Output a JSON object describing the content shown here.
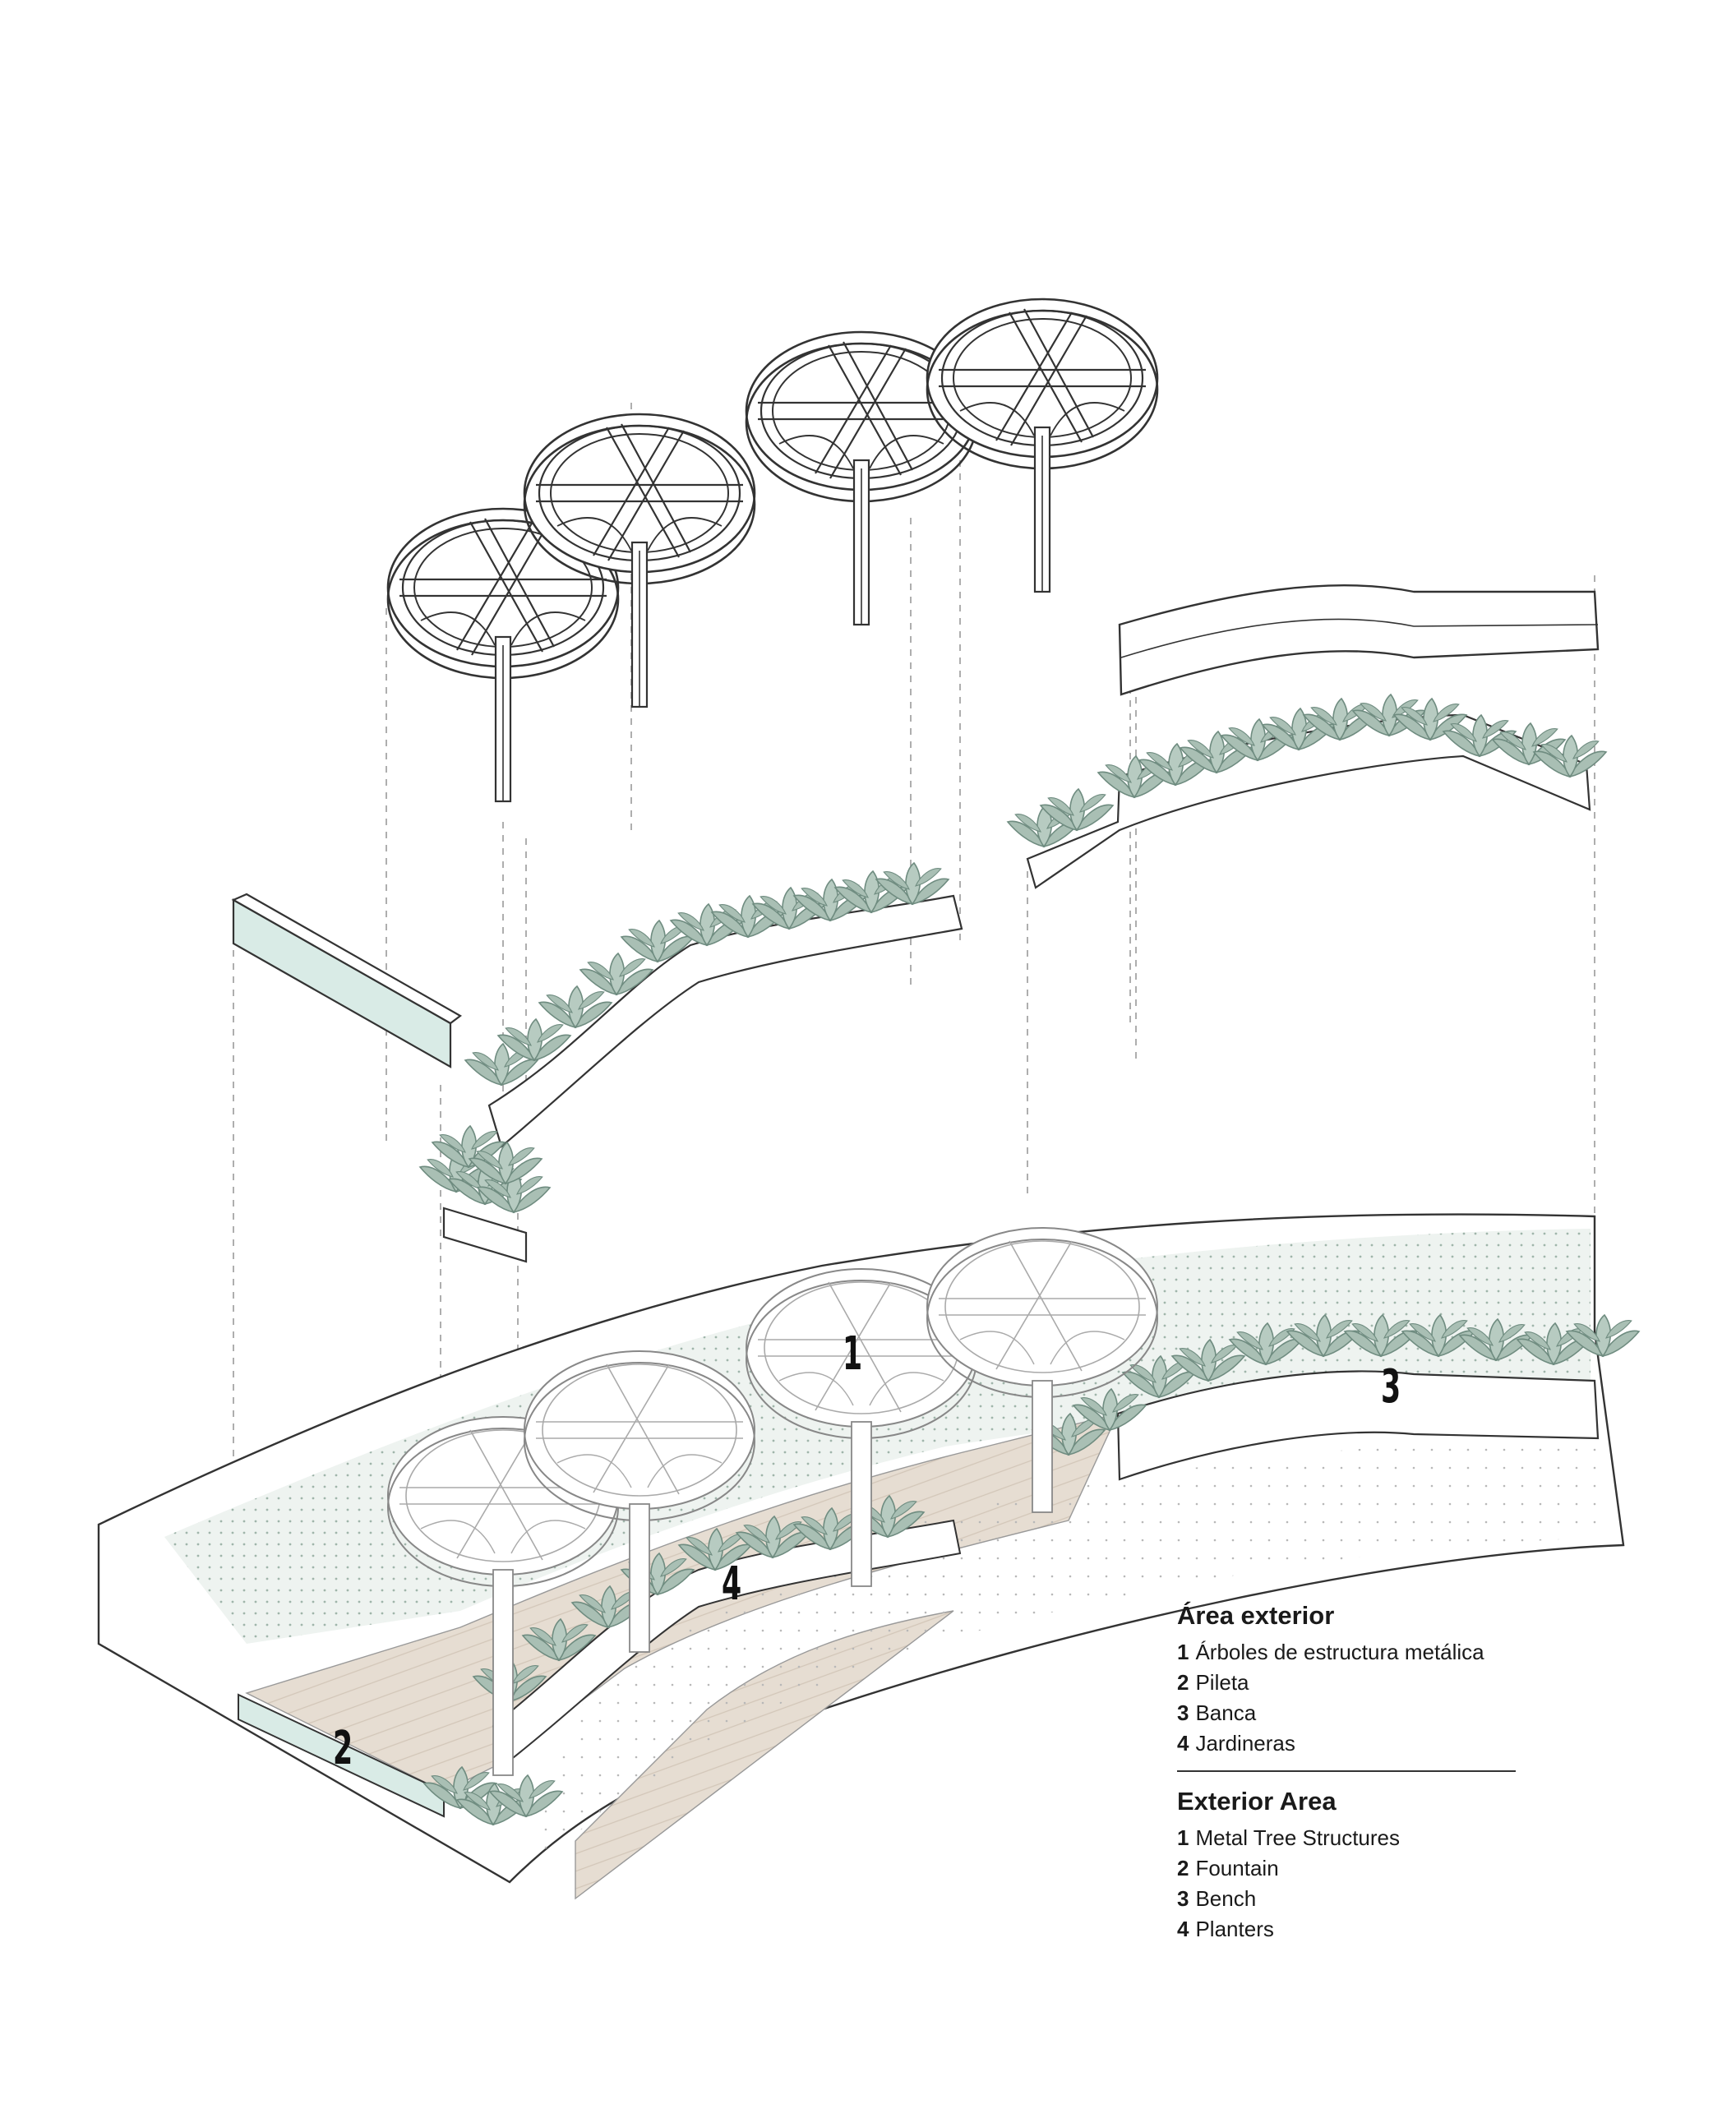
{
  "callouts": {
    "trees": "1",
    "fountain": "2",
    "bench": "3",
    "planters": "4"
  },
  "legend": {
    "spanish": {
      "title": "Área exterior",
      "items": [
        {
          "num": "1",
          "label": "Árboles de estructura metálica"
        },
        {
          "num": "2",
          "label": "Pileta"
        },
        {
          "num": "3",
          "label": "Banca"
        },
        {
          "num": "4",
          "label": "Jardineras"
        }
      ]
    },
    "english": {
      "title": "Exterior Area",
      "items": [
        {
          "num": "1",
          "label": "Metal Tree Structures"
        },
        {
          "num": "2",
          "label": "Fountain"
        },
        {
          "num": "3",
          "label": "Bench"
        },
        {
          "num": "4",
          "label": "Planters"
        }
      ]
    }
  },
  "colors": {
    "line": "#555555",
    "foliage": "#a9bfb4",
    "foliage_dark": "#6f8c80",
    "deck": "#e6ddd2",
    "water": "#d9ebe6",
    "lawn": "#eef3f0"
  }
}
